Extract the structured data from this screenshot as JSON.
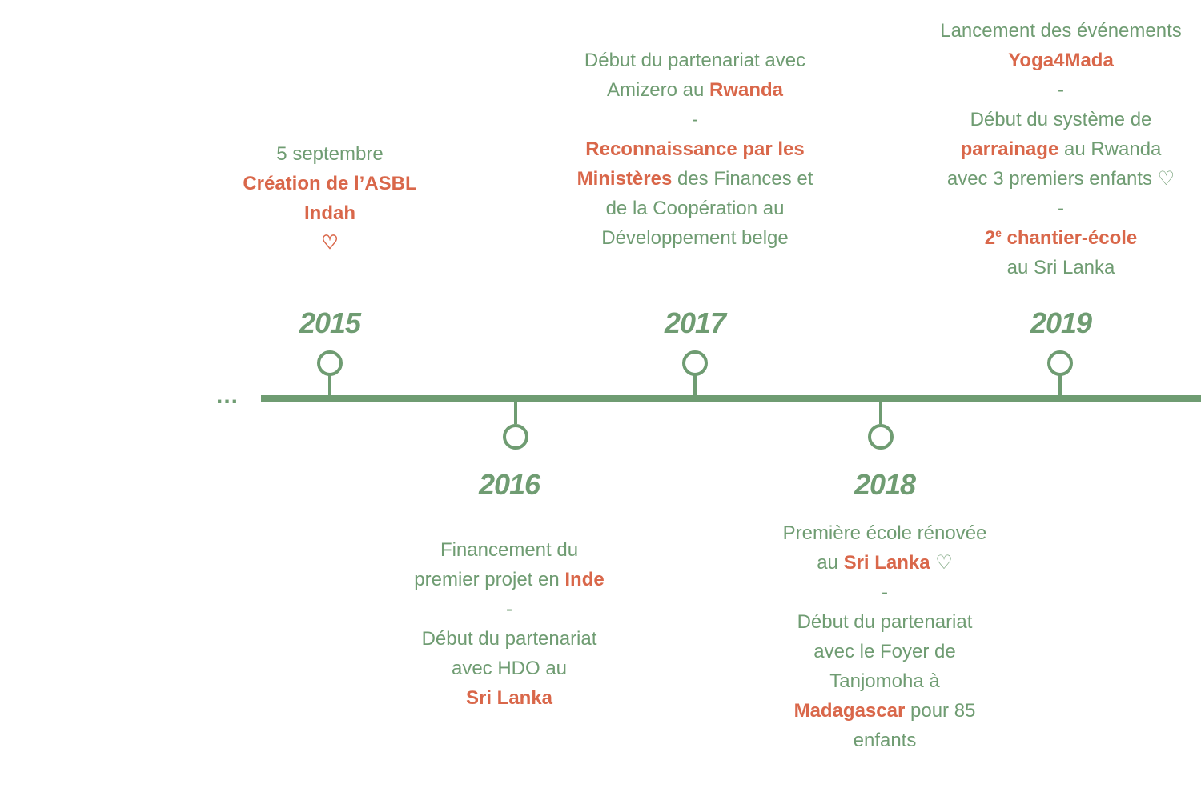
{
  "colors": {
    "green": "#6f9c72",
    "accent": "#d9674a"
  },
  "ellipsis": "...",
  "events": [
    {
      "year": "2015",
      "lines": [
        [
          {
            "t": "5 septembre"
          }
        ],
        [
          {
            "t": "Création de l’ASBL",
            "b": true
          }
        ],
        [
          {
            "t": "Indah",
            "b": true
          }
        ],
        [
          {
            "t": "♡",
            "b": true
          }
        ]
      ]
    },
    {
      "year": "2016",
      "lines": [
        [
          {
            "t": "Financement du"
          }
        ],
        [
          {
            "t": "premier projet en "
          },
          {
            "t": "Inde",
            "b": true
          }
        ],
        [
          {
            "t": "-"
          }
        ],
        [
          {
            "t": "Début du partenariat"
          }
        ],
        [
          {
            "t": "avec HDO au"
          }
        ],
        [
          {
            "t": "Sri Lanka",
            "b": true
          }
        ]
      ]
    },
    {
      "year": "2017",
      "lines": [
        [
          {
            "t": "Début du partenariat avec"
          }
        ],
        [
          {
            "t": "Amizero au "
          },
          {
            "t": "Rwanda",
            "b": true
          }
        ],
        [
          {
            "t": "-"
          }
        ],
        [
          {
            "t": "Reconnaissance par les",
            "b": true
          }
        ],
        [
          {
            "t": "Ministères",
            "b": true
          },
          {
            "t": " des Finances et"
          }
        ],
        [
          {
            "t": "de la Coopération au"
          }
        ],
        [
          {
            "t": "Développement belge"
          }
        ]
      ]
    },
    {
      "year": "2018",
      "lines": [
        [
          {
            "t": "Première école rénovée"
          }
        ],
        [
          {
            "t": "au "
          },
          {
            "t": "Sri Lanka",
            "b": true
          },
          {
            "t": " ♡"
          }
        ],
        [
          {
            "t": "-"
          }
        ],
        [
          {
            "t": "Début du partenariat"
          }
        ],
        [
          {
            "t": "avec le Foyer de"
          }
        ],
        [
          {
            "t": "Tanjomoha à"
          }
        ],
        [
          {
            "t": "Madagascar",
            "b": true
          },
          {
            "t": " pour 85"
          }
        ],
        [
          {
            "t": "enfants"
          }
        ]
      ]
    },
    {
      "year": "2019",
      "lines": [
        [
          {
            "t": "Lancement des événements"
          }
        ],
        [
          {
            "t": "Yoga4Mada",
            "b": true
          }
        ],
        [
          {
            "t": "-"
          }
        ],
        [
          {
            "t": "Début du système de"
          }
        ],
        [
          {
            "t": "parrainage",
            "b": true
          },
          {
            "t": " au Rwanda"
          }
        ],
        [
          {
            "t": "avec 3 premiers enfants ♡"
          }
        ],
        [
          {
            "t": "-"
          }
        ],
        [
          {
            "t": "2",
            "b": true
          },
          {
            "t": "e",
            "b": true,
            "sup": true
          },
          {
            "t": " chantier-école",
            "b": true
          }
        ],
        [
          {
            "t": "au Sri Lanka"
          }
        ]
      ]
    }
  ]
}
